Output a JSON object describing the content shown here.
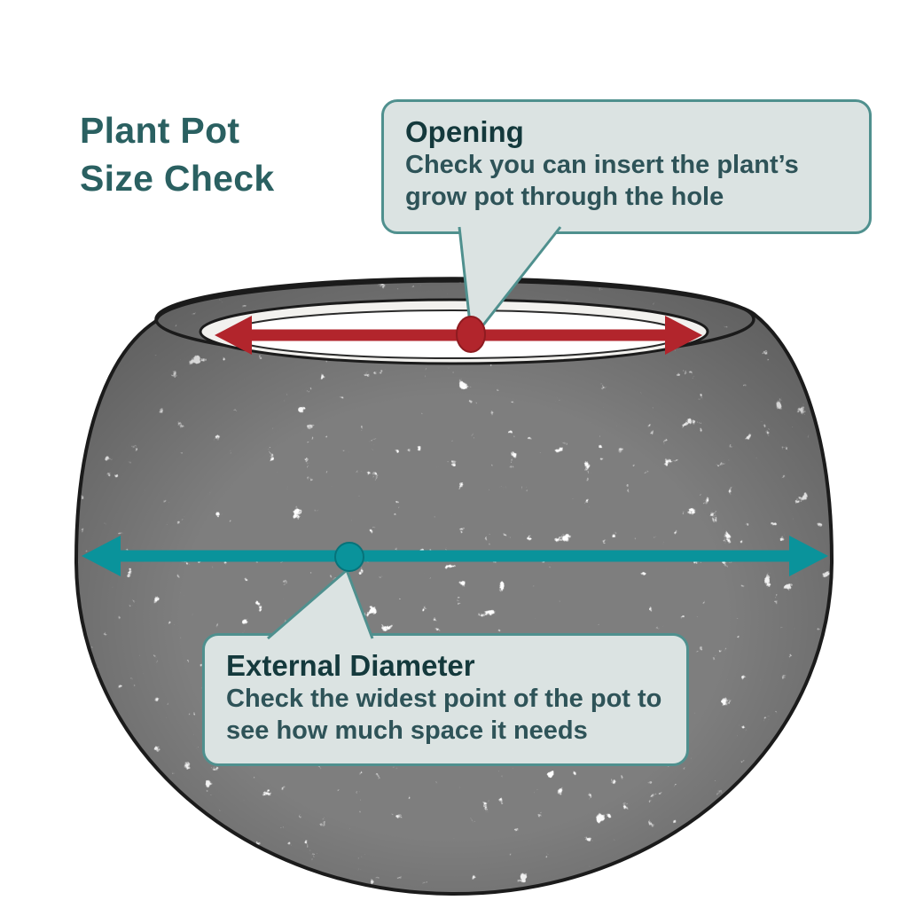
{
  "title": {
    "line1": "Plant Pot",
    "line2": "Size Check"
  },
  "callouts": {
    "opening": {
      "heading": "Opening",
      "body": "Check you can insert the plant’s grow pot through the hole"
    },
    "external_diameter": {
      "heading": "External Diameter",
      "body": "Check the widest point of the pot to see how much space it needs"
    }
  },
  "diagram": {
    "subject": "round plant pot sketch",
    "measurements": [
      {
        "id": "opening",
        "indicator": "red double-headed arrow across the pot opening with red midpoint dot"
      },
      {
        "id": "external-diameter",
        "indicator": "teal double-headed arrow across the widest point with teal midpoint dot"
      }
    ]
  },
  "colors": {
    "title_text": "#2a6061",
    "callout_background": "#dbe3e2",
    "callout_border": "#4f908e",
    "callout_heading_text": "#14393c",
    "callout_body_text": "#2e5358",
    "opening_arrow": "#b2252c",
    "opening_dot": "#b2252c",
    "external_diameter_arrow": "#0a939b",
    "external_diameter_dot": "#0a939b",
    "sketch_outline": "#1b1b1b",
    "background": "#ffffff"
  }
}
